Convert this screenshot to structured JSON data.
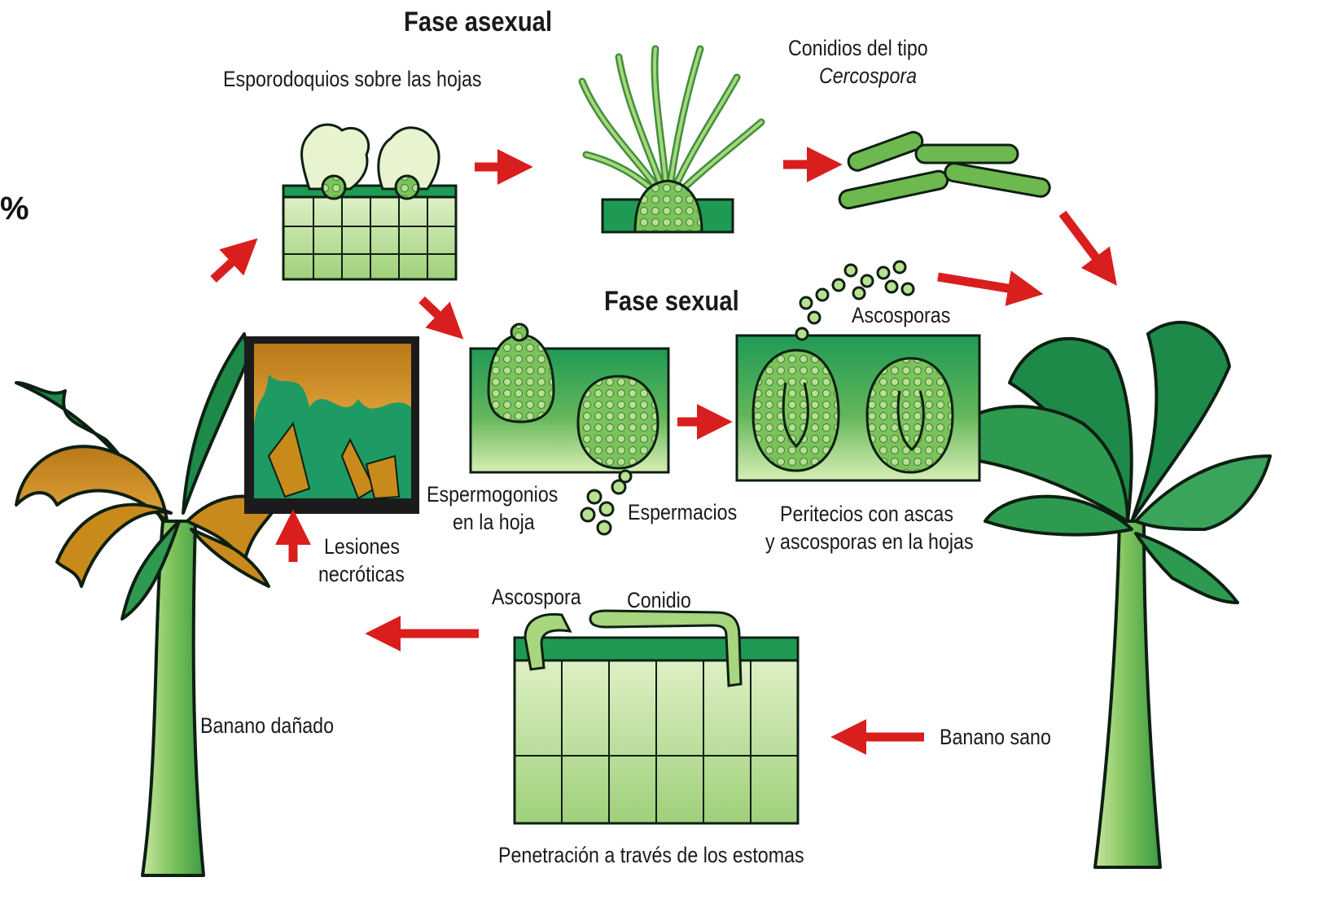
{
  "edge_mark": "%",
  "labels": {
    "fase_asexual": "Fase asexual",
    "esporodoquios": "Esporodoquios sobre las hojas",
    "conidios_line1": "Conidios del tipo",
    "conidios_line2": "Cercospora",
    "fase_sexual": "Fase sexual",
    "ascosporas": "Ascosporas",
    "espermogonios_line1": "Espermogonios",
    "espermogonios_line2": "en la hoja",
    "espermacios": "Espermacios",
    "peritecios_line1": "Peritecios con ascas",
    "peritecios_line2": "y ascosporas en la hojas",
    "lesiones_line1": "Lesiones",
    "lesiones_line2": "necróticas",
    "ascospora": "Ascospora",
    "conidio": "Conidio",
    "banano_danado": "Banano dañado",
    "banano_sano": "Banano sano",
    "penetracion": "Penetración a través de los estomas"
  },
  "colors": {
    "leaf_dark": "#1e8a4a",
    "leaf_mid": "#4caf50",
    "leaf_light": "#c9e6a8",
    "cell_light": "#dff0c4",
    "necrotic": "#c98a1c",
    "arrow": "#d91e1e",
    "outline": "#0d1f12"
  }
}
